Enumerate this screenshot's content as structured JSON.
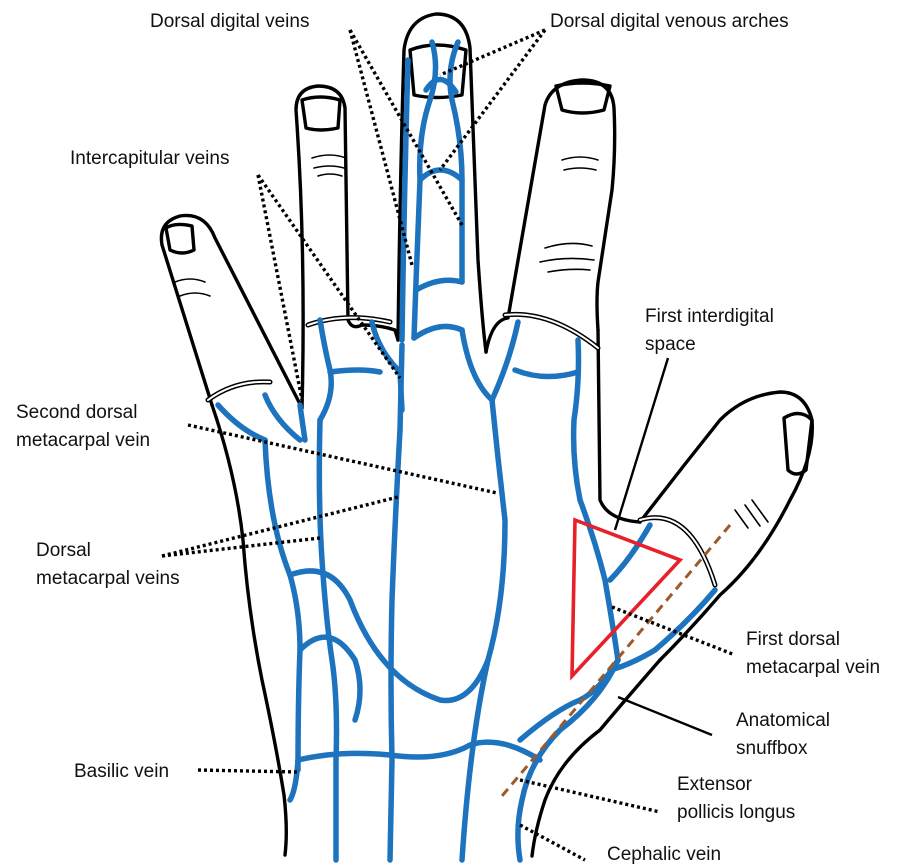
{
  "labels": {
    "dorsal_digital_veins": "Dorsal digital veins",
    "dorsal_digital_venous_arches": "Dorsal digital venous arches",
    "intercapitular_veins": "Intercapitular veins",
    "first_interdigital_space": [
      "First interdigital",
      "space"
    ],
    "second_dorsal_metacarpal_vein": [
      "Second dorsal",
      "metacarpal vein"
    ],
    "dorsal_metacarpal_veins": [
      "Dorsal",
      "metacarpal veins"
    ],
    "first_dorsal_metacarpal_vein": [
      "First dorsal",
      "metacarpal vein"
    ],
    "anatomical_snuffbox": [
      "Anatomical",
      "snuffbox"
    ],
    "basilic_vein": "Basilic vein",
    "extensor_pollicis_longus": [
      "Extensor",
      "pollicis longus"
    ],
    "cephalic_vein": "Cephalic vein"
  },
  "colors": {
    "vein": "#1e73be",
    "interdigital_space": "#e8202a",
    "tendon": "#9c5a2a",
    "outline": "#000000"
  }
}
